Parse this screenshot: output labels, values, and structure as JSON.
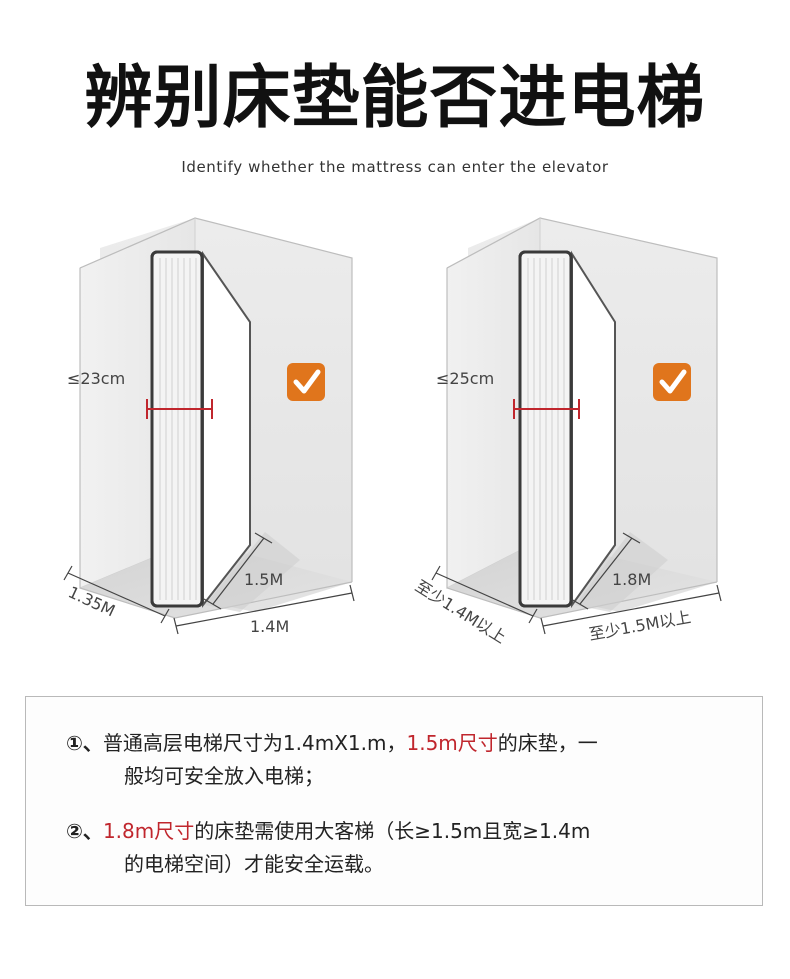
{
  "header": {
    "title": "辨别床垫能否进电梯",
    "subtitle": "Identify whether the mattress can enter the elevator"
  },
  "panels": [
    {
      "thickness_label": "≤23cm",
      "depth_label": "1.35M",
      "width_label": "1.4M",
      "mattress_label": "1.5M",
      "check_icon": "check-icon"
    },
    {
      "thickness_label": "≤25cm",
      "depth_label": "至少1.4M以上",
      "width_label": "至少1.5M以上",
      "mattress_label": "1.8M",
      "check_icon": "check-icon"
    }
  ],
  "notes": [
    {
      "marker": "①、",
      "line1_pre": "普通高层电梯尺寸为1.4mX1.m，",
      "line1_red": "1.5m尺寸",
      "line1_post": "的床垫，一",
      "line2": "般均可安全放入电梯；"
    },
    {
      "marker": "②、",
      "line1_pre": "",
      "line1_red": "1.8m尺寸",
      "line1_post": "的床垫需使用大客梯（长≥1.5m且宽≥1.4m",
      "line2": "的电梯空间）才能安全运载。"
    }
  ],
  "colors": {
    "accent_red": "#c0262d",
    "check_orange": "#e0751c",
    "box_border": "#b9b9b9"
  }
}
